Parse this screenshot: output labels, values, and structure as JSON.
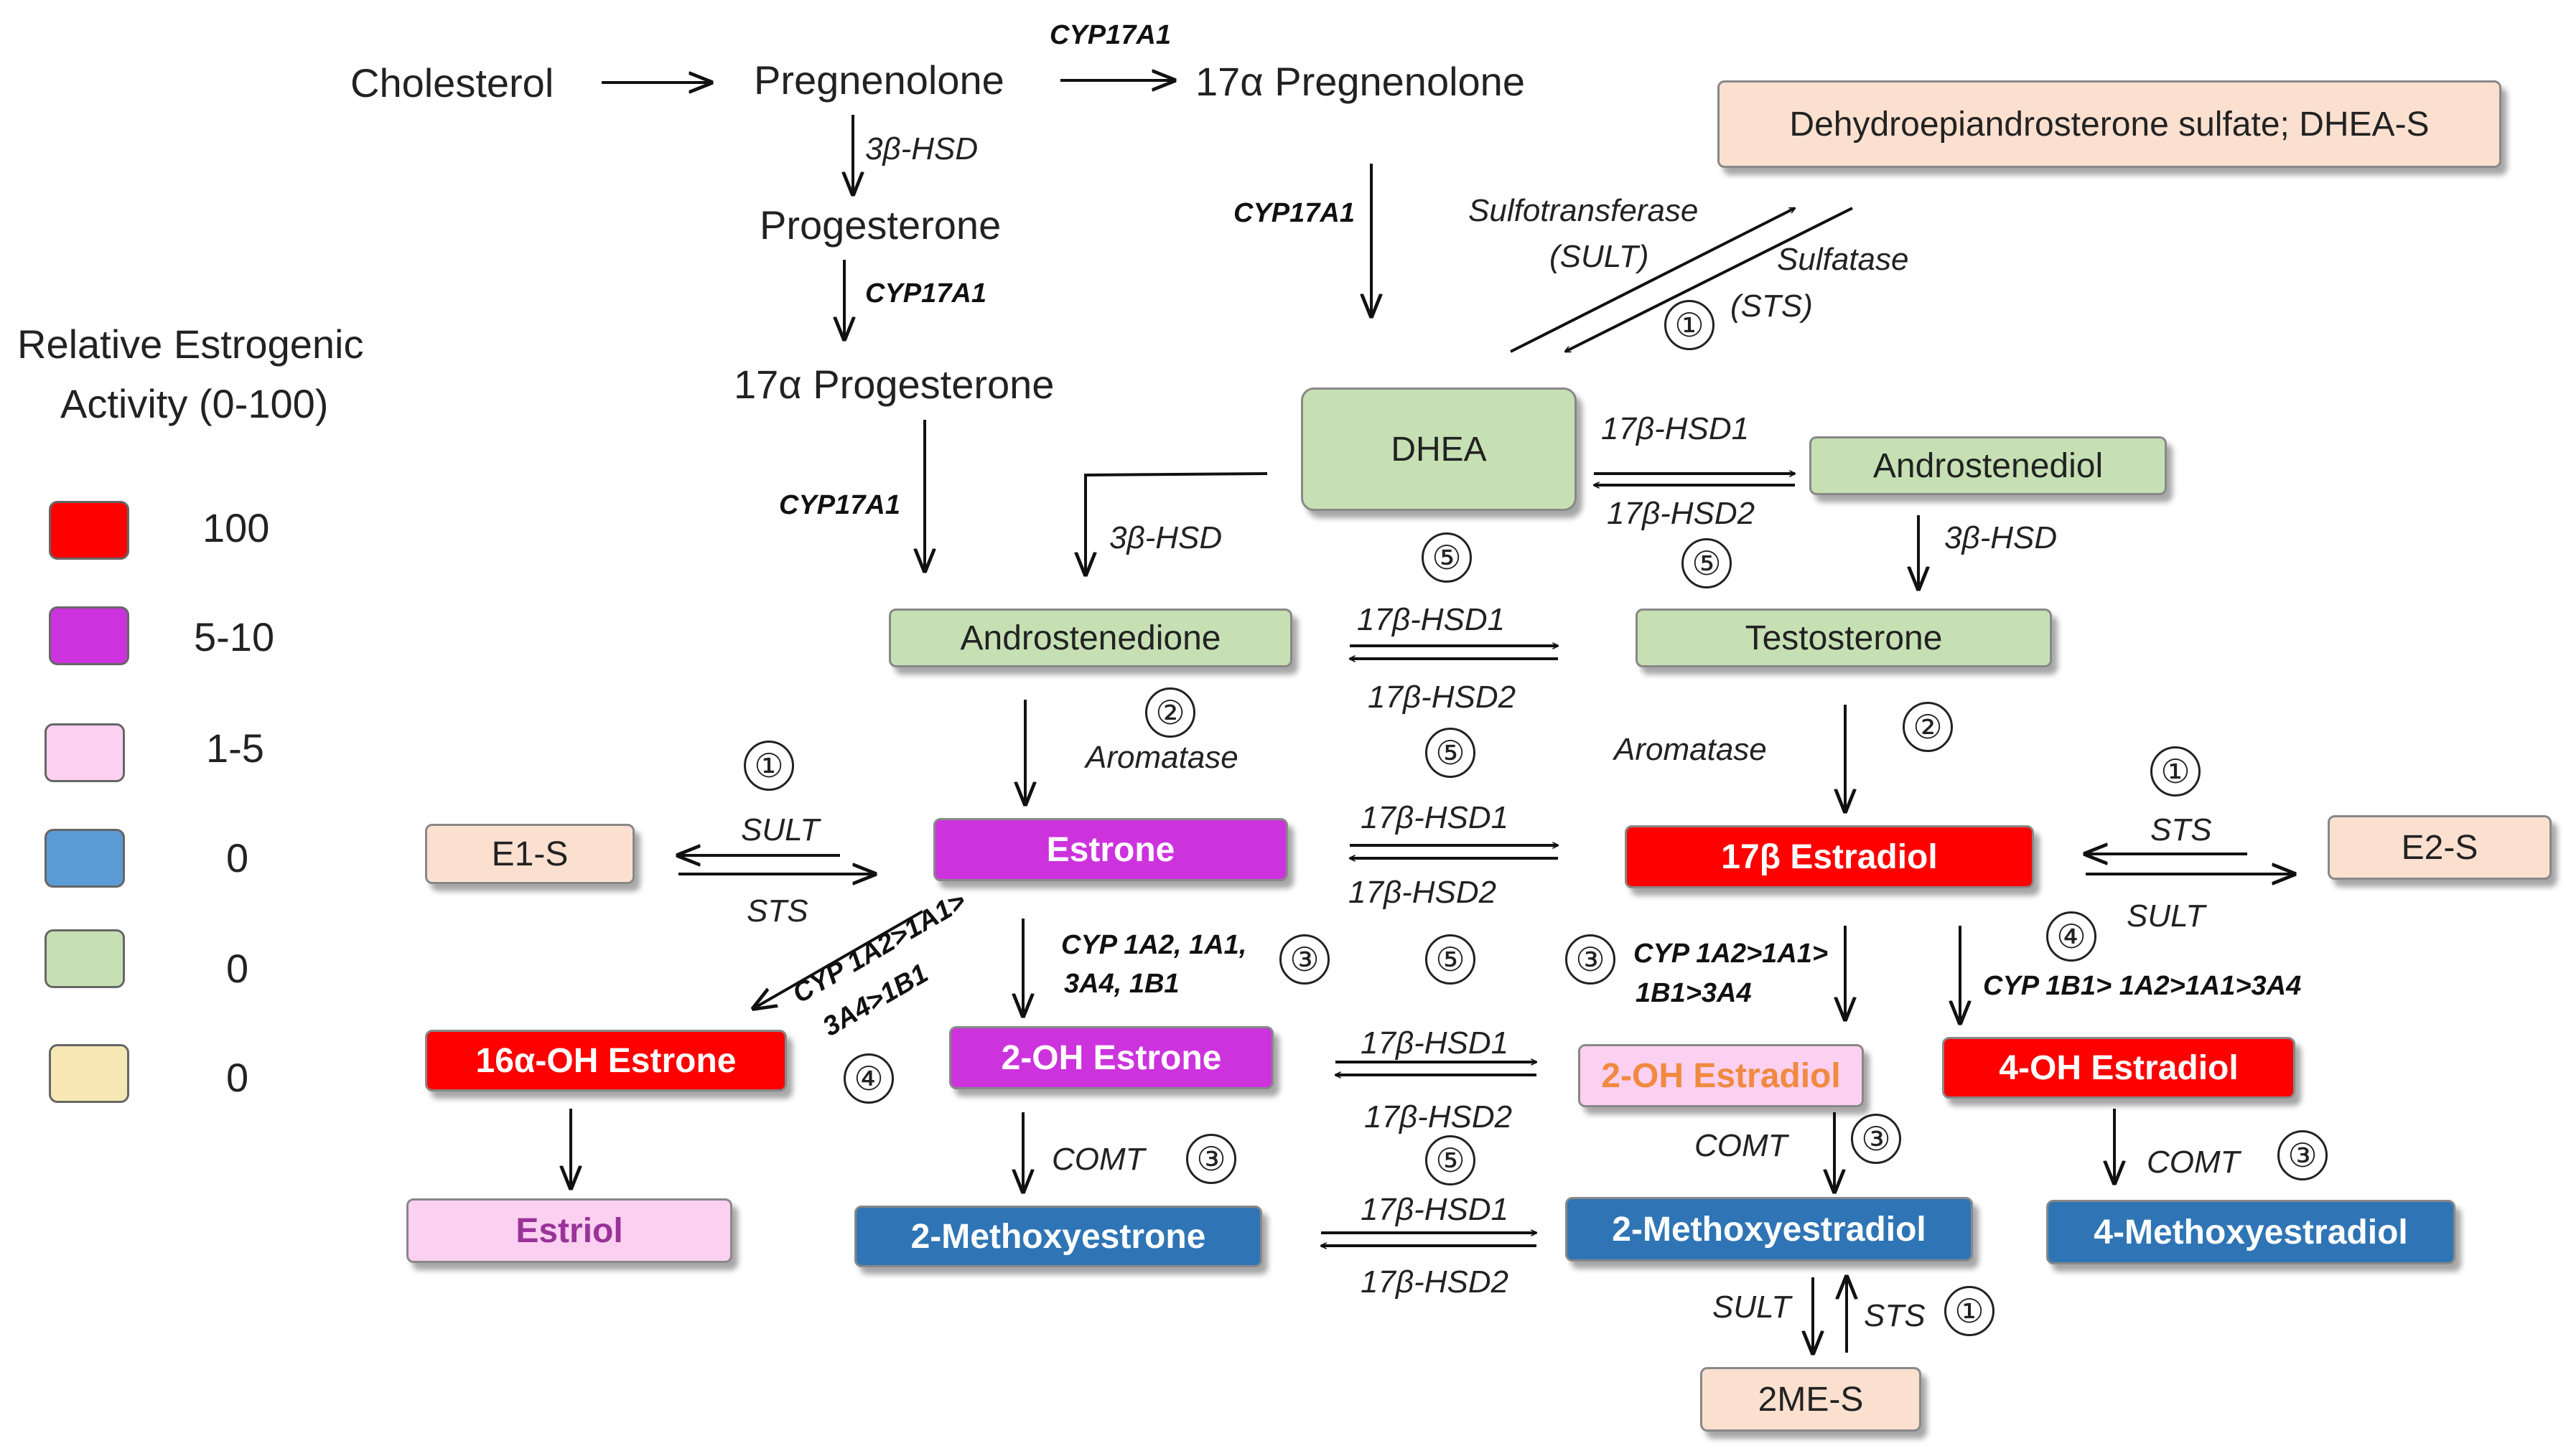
{
  "legend": {
    "title_line1": "Relative Estrogenic",
    "title_line2": "Activity (0-100)",
    "items": [
      {
        "color": "#ff0000",
        "value": "100"
      },
      {
        "color": "#cc33dd",
        "value": "5-10"
      },
      {
        "color": "#fcd0f0",
        "value": "1-5"
      },
      {
        "color": "#5b9bd5",
        "value": "0"
      },
      {
        "color": "#c6e0b4",
        "value": "0"
      },
      {
        "color": "#f6e7b5",
        "value": "0"
      }
    ]
  },
  "compounds": {
    "cholesterol": "Cholesterol",
    "pregnenolone": "Pregnenolone",
    "pregnenolone17": "17α Pregnenolone",
    "progesterone": "Progesterone",
    "progesterone17": "17α Progesterone",
    "dheas": "Dehydroepiandrosterone  sulfate; DHEA-S",
    "dhea": "DHEA",
    "androstenediol": "Androstenediol",
    "androstenedione": "Androstenedione",
    "testosterone": "Testosterone",
    "estrone": "Estrone",
    "estradiol": "17β Estradiol",
    "e1s": "E1-S",
    "e2s": "E2-S",
    "oh16_estrone": "16α-OH Estrone",
    "oh2_estrone": "2-OH Estrone",
    "oh2_estradiol": "2-OH Estradiol",
    "oh4_estradiol": "4-OH Estradiol",
    "estriol": "Estriol",
    "methoxyestrone2": "2-Methoxyestrone",
    "methoxyestradiol2": "2-Methoxyestradiol",
    "methoxyestradiol4": "4-Methoxyestradiol",
    "me2s": "2ME-S"
  },
  "enzymes": {
    "cyp17a1": "CYP17A1",
    "hsd3b": "3β-HSD",
    "sult_line1": "Sulfotransferase",
    "sult_line2": "(SULT)",
    "sts_line1": "Sulfatase",
    "sts_line2": "(STS)",
    "hsd17b1": "17β-HSD1",
    "hsd17b2": "17β-HSD2",
    "aromatase": "Aromatase",
    "sult": "SULT",
    "sts": "STS",
    "comt": "COMT",
    "cyp_2oh_e1_line1": "CYP 1A2, 1A1,",
    "cyp_2oh_e1_line2": "3A4, 1B1",
    "cyp_16oh_line1": "CYP 1A2>1A1>",
    "cyp_16oh_line2": "3A4>1B1",
    "cyp_2oh_e2_line1": "CYP 1A2>1A1>",
    "cyp_2oh_e2_line2": "1B1>3A4",
    "cyp_4oh_e2": "CYP 1B1> 1A2>1A1>3A4"
  },
  "steps": {
    "one": "①",
    "two": "②",
    "three": "③",
    "four": "④",
    "five": "⑤"
  }
}
